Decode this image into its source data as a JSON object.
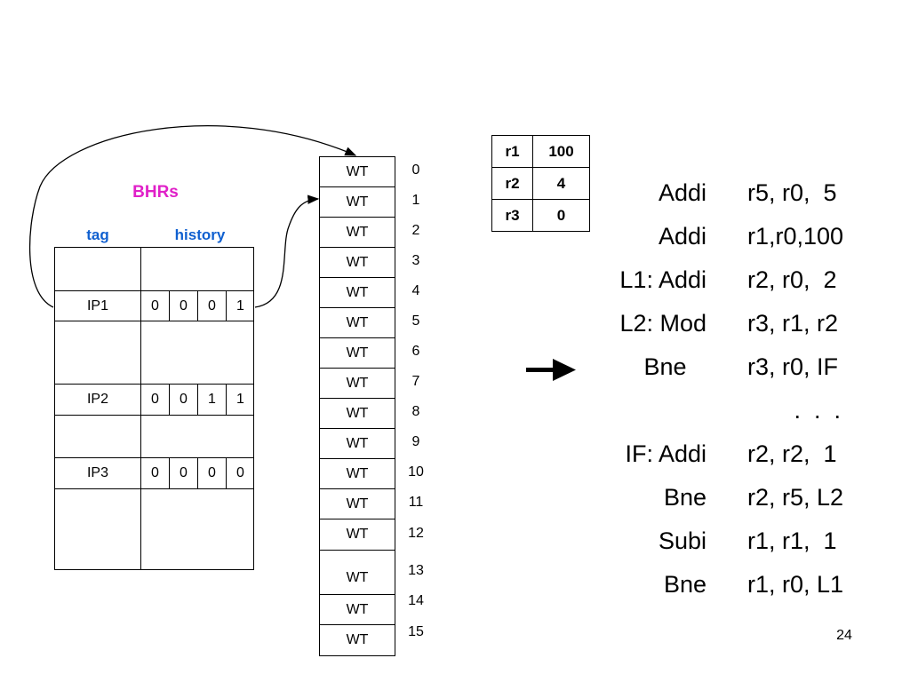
{
  "bhr": {
    "title": "BHRs",
    "headers": {
      "tag": "tag",
      "history": "history"
    },
    "rows": [
      {
        "tag": "IP1",
        "bits": [
          "0",
          "0",
          "0",
          "1"
        ]
      },
      {
        "tag": "IP2",
        "bits": [
          "0",
          "0",
          "1",
          "1"
        ]
      },
      {
        "tag": "IP3",
        "bits": [
          "0",
          "0",
          "0",
          "0"
        ]
      }
    ]
  },
  "wt": {
    "cells": [
      "WT",
      "WT",
      "WT",
      "WT",
      "WT",
      "WT",
      "WT",
      "WT",
      "WT",
      "WT",
      "WT",
      "WT",
      "WT",
      "WT",
      "WT",
      "WT"
    ],
    "indices": [
      "0",
      "1",
      "2",
      "3",
      "4",
      "5",
      "6",
      "7",
      "8",
      "9",
      "10",
      "11",
      "12",
      "13",
      "14",
      "15"
    ]
  },
  "registers": [
    {
      "name": "r1",
      "value": "100"
    },
    {
      "name": "r2",
      "value": "4"
    },
    {
      "name": "r3",
      "value": "0"
    }
  ],
  "code": [
    {
      "op": "Addi",
      "args": "r5, r0,  5"
    },
    {
      "op": "Addi",
      "args": "r1,r0,100"
    },
    {
      "op": "L1: Addi",
      "args": "r2, r0,  2"
    },
    {
      "op": "L2: Mod",
      "args": "r3, r1, r2"
    },
    {
      "op": "Bne   ",
      "args": "r3, r0, IF"
    },
    {
      "op": "",
      "args": "       .  .  ."
    },
    {
      "op": "IF: Addi",
      "args": "r2, r2,  1"
    },
    {
      "op": "Bne",
      "args": "r2, r5, L2"
    },
    {
      "op": "Subi",
      "args": "r1, r1,  1"
    },
    {
      "op": "Bne",
      "args": "r1, r0, L1"
    }
  ],
  "page_number": "24"
}
